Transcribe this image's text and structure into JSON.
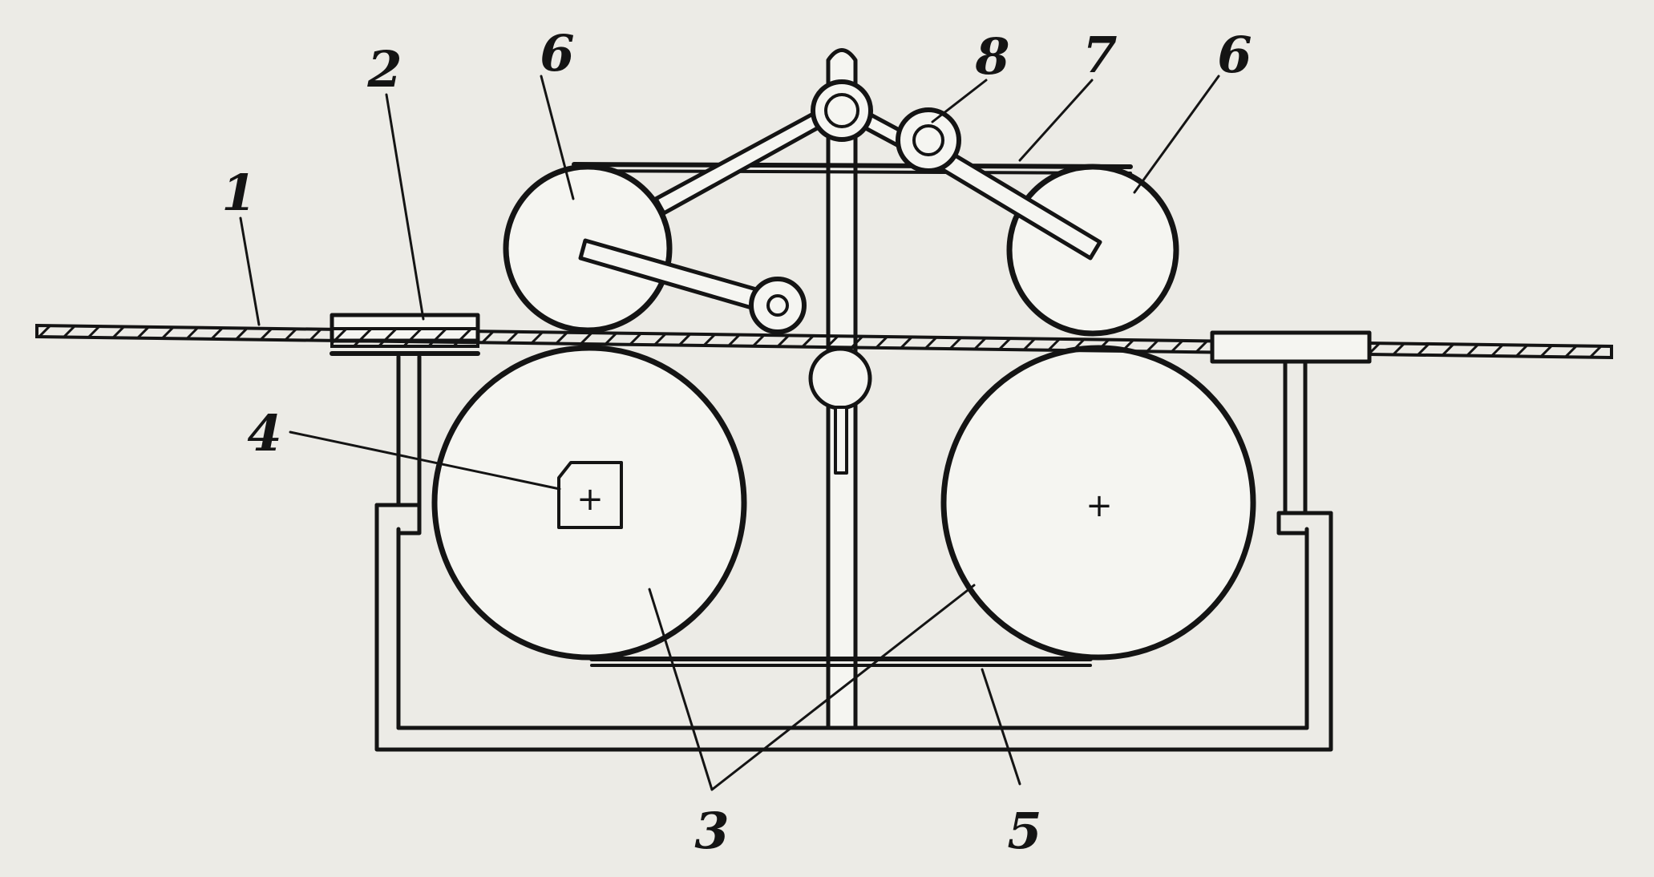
{
  "colors": {
    "ink": "#141414",
    "paper": "#ecebe6",
    "fill": "#f5f5f1"
  },
  "labels": {
    "cable": "1",
    "cable_guide": "2",
    "drive_drums": "3",
    "drum_mount": "4",
    "drive_belt": "5",
    "pressure_rollers_left": "6",
    "pressure_rollers_right": "6",
    "pressure_belt": "7",
    "tension_roller": "8"
  },
  "center_marks": {
    "left_drum": "+",
    "right_drum": "+"
  }
}
